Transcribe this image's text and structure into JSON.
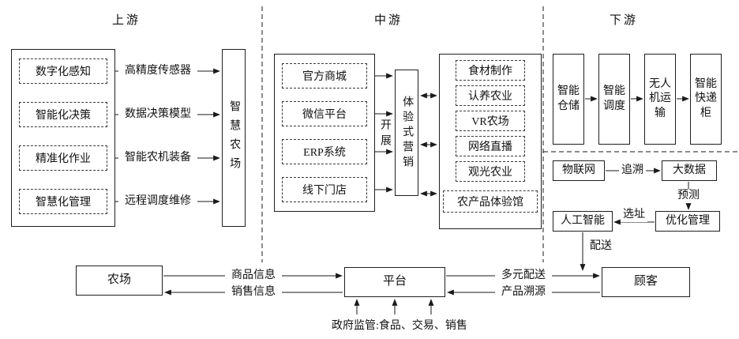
{
  "sections": {
    "upstream": {
      "title": "上游",
      "capabilities": [
        "数字化感知",
        "智能化决策",
        "精准化作业",
        "智慧化管理"
      ],
      "enablers": [
        "高精度传感器",
        "数据决策模型",
        "智能农机装备",
        "远程调度维修"
      ],
      "result": "智慧农场"
    },
    "midstream": {
      "title": "中游",
      "channels": [
        "官方商城",
        "微信平台",
        "ERP系统",
        "线下门店"
      ],
      "action": "开展",
      "hub": "体验式营销",
      "experiences": [
        "食材制作",
        "认养农业",
        "VR农场",
        "网络直播",
        "观光农业",
        "农产品体验馆"
      ]
    },
    "downstream": {
      "title": "下游",
      "logistics": [
        "智能仓储",
        "智能调度",
        "无人机运输",
        "智能快递柜"
      ],
      "iot": "物联网",
      "trace": "追溯",
      "bigdata": "大数据",
      "predict": "预测",
      "optimize": "优化管理",
      "site_selection": "选址",
      "ai": "人工智能",
      "delivery": "配送"
    }
  },
  "bottom_flow": {
    "farm": "农场",
    "platform": "平台",
    "customer": "顾客",
    "goods_info": "商品信息",
    "sales_info": "销售信息",
    "multi_delivery": "多元配送",
    "product_trace": "产品溯源",
    "government": "政府监管:食品、交易、销售"
  }
}
